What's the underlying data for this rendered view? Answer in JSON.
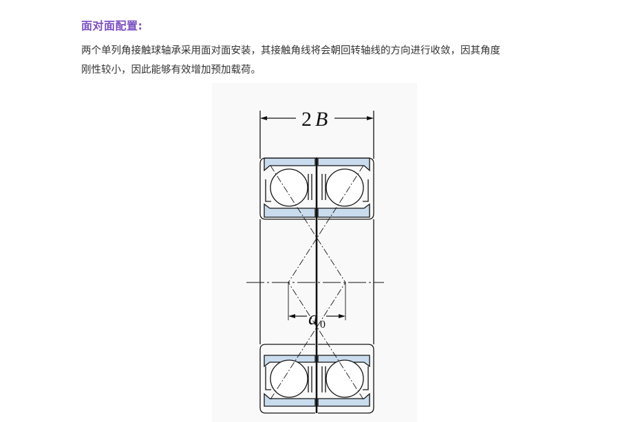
{
  "section": {
    "heading": "面对面配置:",
    "heading_color": "#7b4fc4",
    "paragraph_line1": "两个单列角接触球轴承采用面对面安装，其接触角线将会朝回转轴线的方向进行收敛，因其角度",
    "paragraph_line2": "刚性较小，因此能够有效增加预加载荷。"
  },
  "diagram": {
    "width_label_num": "2",
    "width_label_var": "B",
    "spacing_label_var": "a",
    "spacing_label_sub": "0",
    "ring_fill": "#c9dcee",
    "line_color": "#111111"
  }
}
